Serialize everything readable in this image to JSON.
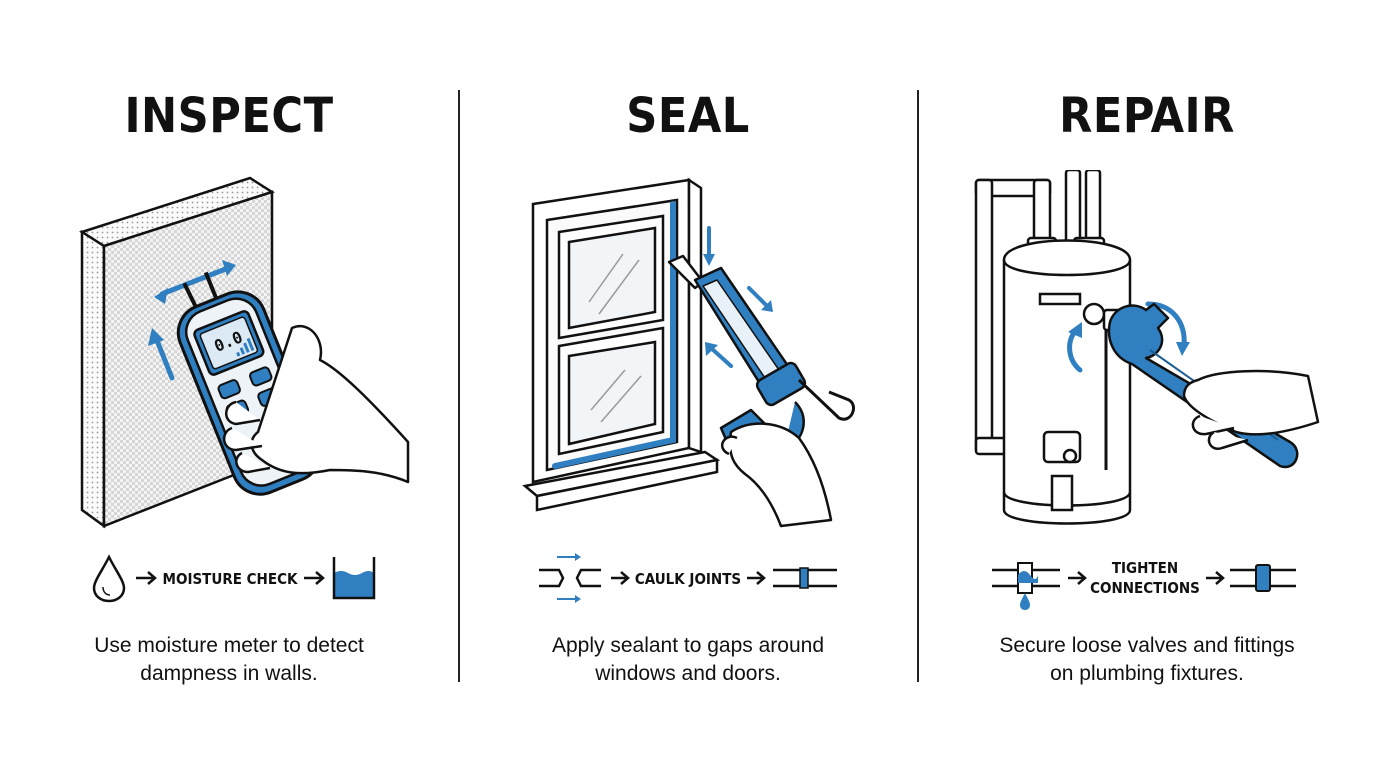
{
  "colors": {
    "accent": "#2f7fc1",
    "ink": "#111111"
  },
  "panels": [
    {
      "title": "INSPECT",
      "flow_label": "MOISTURE CHECK",
      "flow_icons": [
        "water-drop-icon",
        "arrow-right-icon",
        "water-container-icon"
      ],
      "display_reading": "0.0",
      "caption_lines": [
        "Use moisture meter to detect",
        "dampness in walls."
      ]
    },
    {
      "title": "SEAL",
      "flow_label": "CAULK JOINTS",
      "flow_icons": [
        "gap-icon",
        "arrow-right-icon",
        "sealed-joint-icon"
      ],
      "caption_lines": [
        "Apply sealant to gaps around",
        "windows and doors."
      ]
    },
    {
      "title": "REPAIR",
      "flow_label_lines": [
        "TIGHTEN",
        "CONNECTIONS"
      ],
      "flow_icons": [
        "leaking-pipe-icon",
        "arrow-right-icon",
        "tightened-pipe-icon"
      ],
      "caption_lines": [
        "Secure loose valves and fittings",
        "on plumbing fixtures."
      ]
    }
  ]
}
